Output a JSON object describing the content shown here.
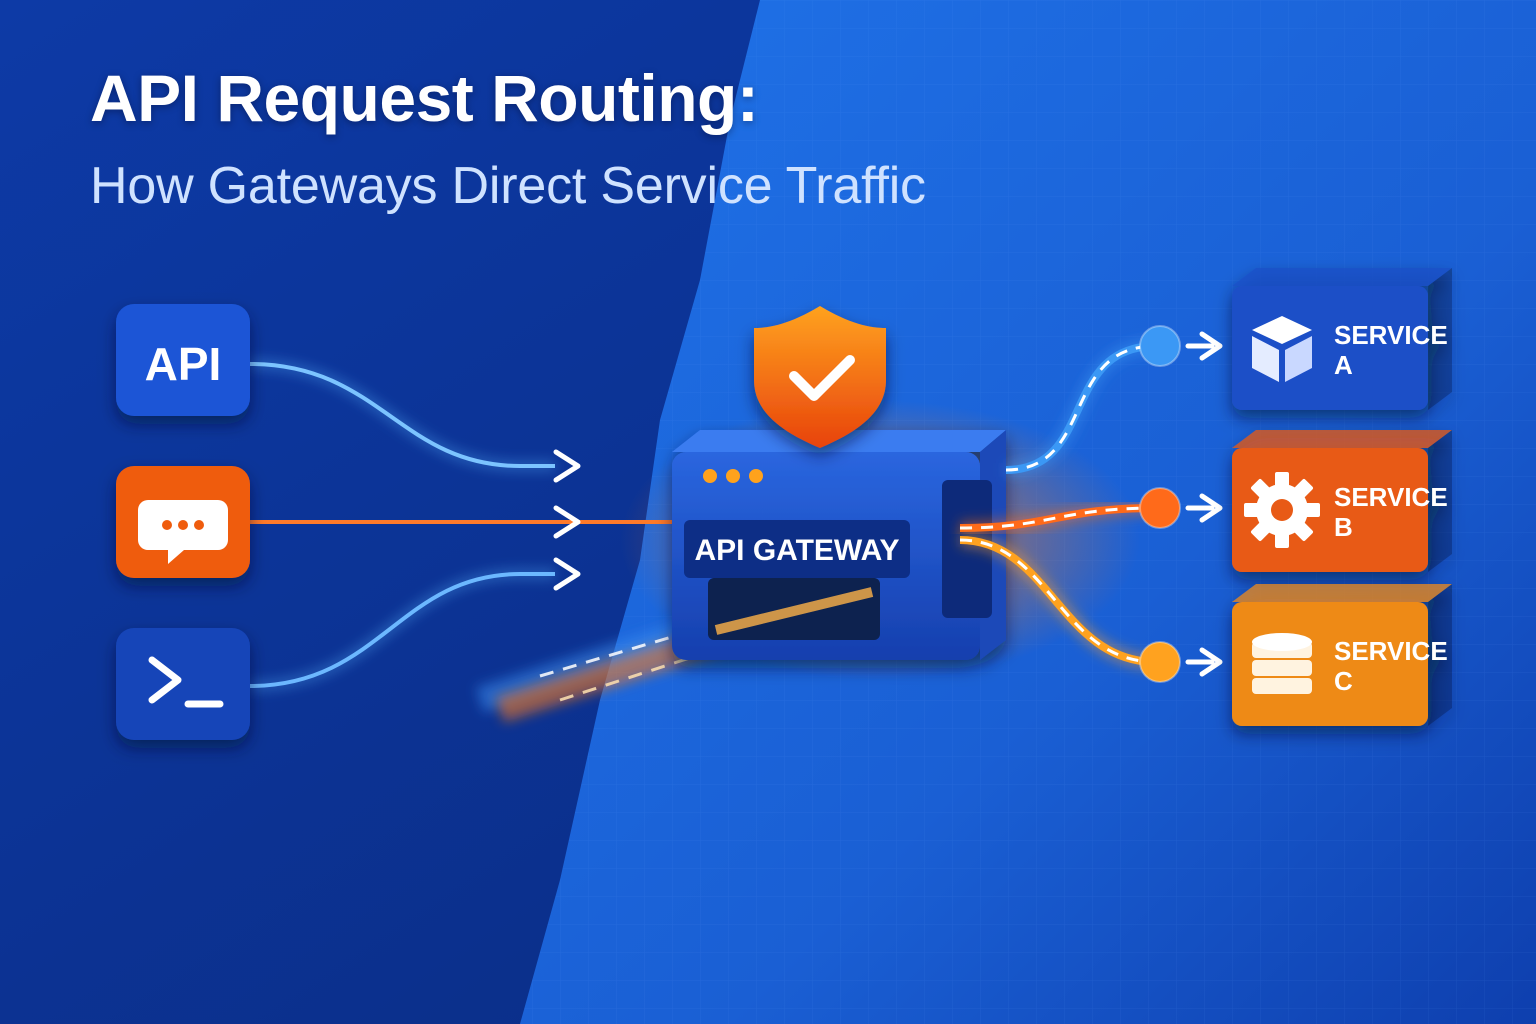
{
  "header": {
    "title": "API Request Routing:",
    "subtitle": "How Gateways Direct Service Traffic"
  },
  "clients": [
    {
      "label": "API",
      "icon": "api-text-icon",
      "color": "#1a55d6"
    },
    {
      "label": "",
      "icon": "chat-bubble-icon",
      "color": "#ef5b10"
    },
    {
      "label": "",
      "icon": "terminal-icon",
      "color": "#1645b8"
    }
  ],
  "gateway": {
    "label": "API GATEWAY",
    "shield_icon": "shield-check-icon",
    "status_lights_icon": "three-dots-icon"
  },
  "services": [
    {
      "line1": "SERVICE",
      "line2": "A",
      "icon": "cube-icon",
      "color": "#1e4fc7",
      "route_color": "#3b98f5"
    },
    {
      "line1": "SERVICE",
      "line2": "B",
      "icon": "gear-icon",
      "color": "#e85a12",
      "route_color": "#ff6a1a"
    },
    {
      "line1": "SERVICE",
      "line2": "C",
      "icon": "database-icon",
      "color": "#ee8a18",
      "route_color": "#ffa21f"
    }
  ],
  "colors": {
    "background_dark": "#0b2d86",
    "background_light": "#1f6de0",
    "blue_route": "#5ab4ff",
    "orange_route": "#ff6a1a",
    "amber_route": "#ffa21f"
  }
}
